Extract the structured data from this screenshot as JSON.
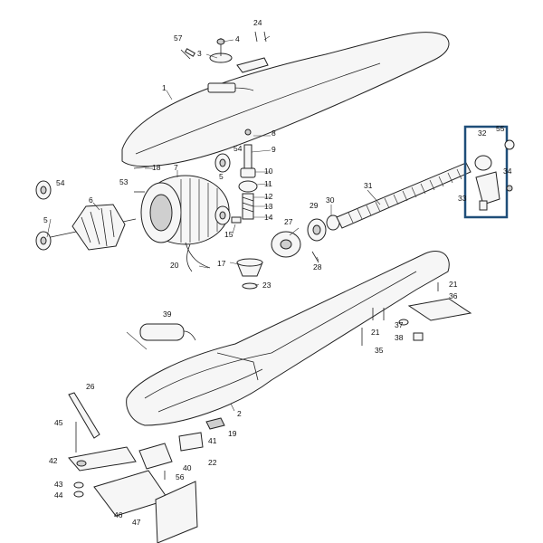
{
  "callouts": [
    {
      "id": "c1",
      "text": "1"
    },
    {
      "id": "c2",
      "text": "2"
    },
    {
      "id": "c3",
      "text": "3"
    },
    {
      "id": "c4",
      "text": "4"
    },
    {
      "id": "c5a",
      "text": "5"
    },
    {
      "id": "c5b",
      "text": "5"
    },
    {
      "id": "c6",
      "text": "6"
    },
    {
      "id": "c7",
      "text": "7"
    },
    {
      "id": "c8",
      "text": "8"
    },
    {
      "id": "c9",
      "text": "9"
    },
    {
      "id": "c10",
      "text": "10"
    },
    {
      "id": "c11",
      "text": "11"
    },
    {
      "id": "c12",
      "text": "12"
    },
    {
      "id": "c13",
      "text": "13"
    },
    {
      "id": "c14",
      "text": "14"
    },
    {
      "id": "c15",
      "text": "15"
    },
    {
      "id": "c17",
      "text": "17"
    },
    {
      "id": "c18",
      "text": "18"
    },
    {
      "id": "c19",
      "text": "19"
    },
    {
      "id": "c20",
      "text": "20"
    },
    {
      "id": "c21a",
      "text": "21"
    },
    {
      "id": "c21b",
      "text": "21"
    },
    {
      "id": "c22",
      "text": "22"
    },
    {
      "id": "c23",
      "text": "23"
    },
    {
      "id": "c24",
      "text": "24"
    },
    {
      "id": "c26",
      "text": "26"
    },
    {
      "id": "c27",
      "text": "27"
    },
    {
      "id": "c28",
      "text": "28"
    },
    {
      "id": "c29",
      "text": "29"
    },
    {
      "id": "c30",
      "text": "30"
    },
    {
      "id": "c31",
      "text": "31"
    },
    {
      "id": "c32",
      "text": "32"
    },
    {
      "id": "c33",
      "text": "33"
    },
    {
      "id": "c34",
      "text": "34"
    },
    {
      "id": "c35",
      "text": "35"
    },
    {
      "id": "c36",
      "text": "36"
    },
    {
      "id": "c37",
      "text": "37"
    },
    {
      "id": "c38",
      "text": "38"
    },
    {
      "id": "c39",
      "text": "39"
    },
    {
      "id": "c40",
      "text": "40"
    },
    {
      "id": "c41",
      "text": "41"
    },
    {
      "id": "c42",
      "text": "42"
    },
    {
      "id": "c43",
      "text": "43"
    },
    {
      "id": "c44",
      "text": "44"
    },
    {
      "id": "c45",
      "text": "45"
    },
    {
      "id": "c46",
      "text": "46"
    },
    {
      "id": "c47",
      "text": "47"
    },
    {
      "id": "c53",
      "text": "53"
    },
    {
      "id": "c54a",
      "text": "54"
    },
    {
      "id": "c54b",
      "text": "54"
    },
    {
      "id": "c55",
      "text": "55"
    },
    {
      "id": "c56",
      "text": "56"
    },
    {
      "id": "c57",
      "text": "57"
    }
  ],
  "colors": {
    "highlight_box": "#1f4e79",
    "line": "#222222",
    "background": "#ffffff"
  }
}
